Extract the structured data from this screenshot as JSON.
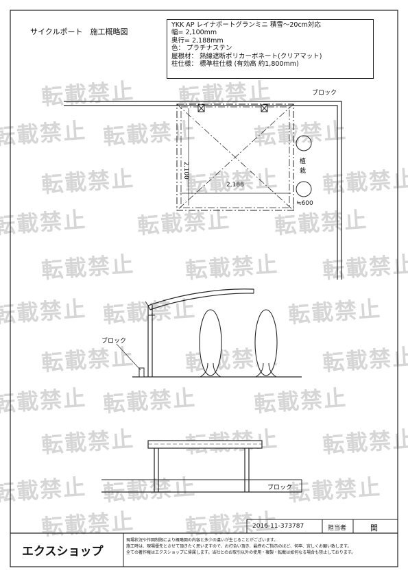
{
  "title": "サイクルポート　施工概略図",
  "spec": {
    "lines": [
      "YKK AP レイナポートグランミニ 積雪〜20cm対応",
      "幅= 2,100mm",
      "奥行= 2,188mm",
      "色： プラチナステン",
      "屋根材： 熱線遮断ポリカーボネート(クリアマット)",
      "柱仕様： 標準柱仕様 (有効高 約1,800mm)"
    ]
  },
  "plan": {
    "block_label": "ブロック",
    "width_dim": "2,188",
    "depth_dim": "2,100",
    "planting_label": [
      "植",
      "栽"
    ],
    "gap_dim": "≒600"
  },
  "side_view": {
    "block_label": "ブロック"
  },
  "front_view": {
    "block_label": "ブロック"
  },
  "watermark": "転載禁止",
  "footer": {
    "order_no": "2016-11-373787",
    "staff_label": "担当者",
    "staff_name": "関",
    "logo": "エクスショップ",
    "notes": [
      "現場状況や作図制限により概略図の内容と多少の違いが生じることがございます。",
      "施工時は、現場優先とさせて頂きたく思いますので、お打合い頂き、最終のご指示のほど、何卒、宜しくお願い致します。",
      "全ての著作権はエクスショップに帰属します。当社とのお取引以外の使用・複製・転載は如何なる場合も禁止しております。"
    ]
  }
}
